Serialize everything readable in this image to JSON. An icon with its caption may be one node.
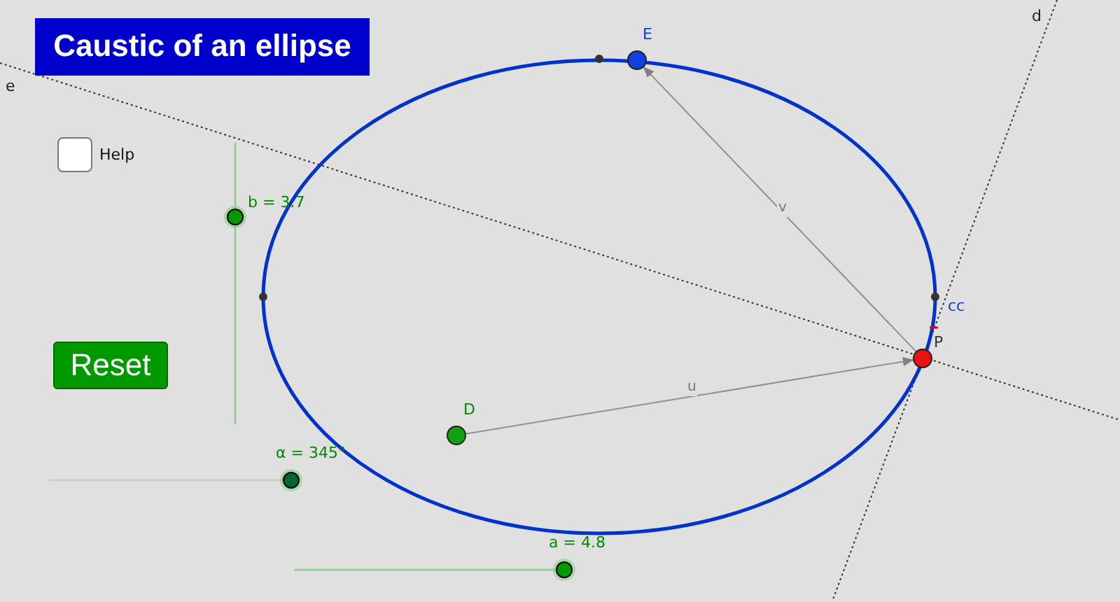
{
  "diagram": {
    "title": "Caustic of an ellipse",
    "nodes": [
      {
        "text": [
          "E"
        ]
      },
      {
        "text": [
          "P"
        ]
      },
      {
        "text": [
          "D"
        ]
      }
    ],
    "edges": [
      {
        "from": 2,
        "to": 1,
        "arrow": "to",
        "label": "u"
      },
      {
        "from": 1,
        "to": 0,
        "arrow": "to",
        "label": "v"
      }
    ],
    "labels": [
      "e",
      "d",
      "Help",
      "b = 3.7",
      "cc",
      "Reset",
      "α = 345°",
      "a = 4.8"
    ]
  }
}
